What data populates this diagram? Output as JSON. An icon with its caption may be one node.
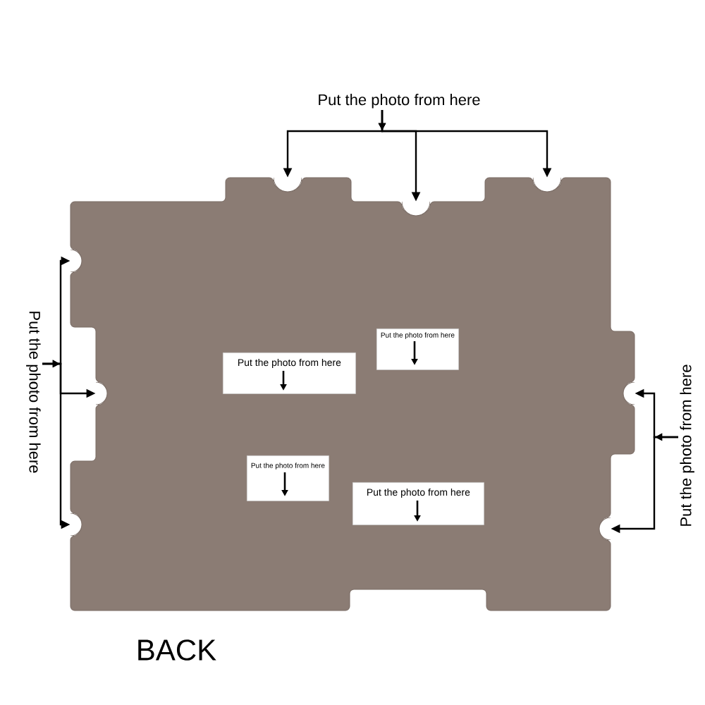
{
  "diagram": {
    "nodes": [
      {
        "text": [
          "Put the photo from here"
        ]
      },
      {
        "text": [],
        "shape": "semicircle"
      },
      {
        "text": [],
        "shape": "semicircle"
      },
      {
        "text": [],
        "shape": "semicircle"
      },
      {
        "text": [
          "Put the photo from here"
        ]
      },
      {
        "text": [],
        "shape": "semicircle"
      },
      {
        "text": [],
        "shape": "semicircle"
      },
      {
        "text": [],
        "shape": "semicircle"
      },
      {
        "text": [
          "Put the photo from here"
        ]
      },
      {
        "text": [
          "Put the photo from here"
        ]
      },
      {
        "text": [
          "Put the photo from here"
        ]
      },
      {
        "text": [
          "Put the photo from here"
        ]
      },
      {
        "text": [
          "Put the photo from here"
        ]
      },
      {
        "text": [],
        "shape": "semicircle"
      },
      {
        "text": [],
        "shape": "semicircle"
      }
    ],
    "edges": [
      {
        "from": 0,
        "to": 1,
        "arrow": "to"
      },
      {
        "from": 0,
        "to": 2,
        "arrow": "to"
      },
      {
        "from": 0,
        "to": 3,
        "arrow": "to"
      },
      {
        "from": 4,
        "to": 5,
        "arrow": "to"
      },
      {
        "from": 4,
        "to": 6,
        "arrow": "to"
      },
      {
        "from": 4,
        "to": 7,
        "arrow": "to"
      },
      {
        "from": 12,
        "to": 13,
        "arrow": "to"
      },
      {
        "from": 12,
        "to": 14,
        "arrow": "to"
      }
    ],
    "labels": [
      "BACK"
    ]
  }
}
